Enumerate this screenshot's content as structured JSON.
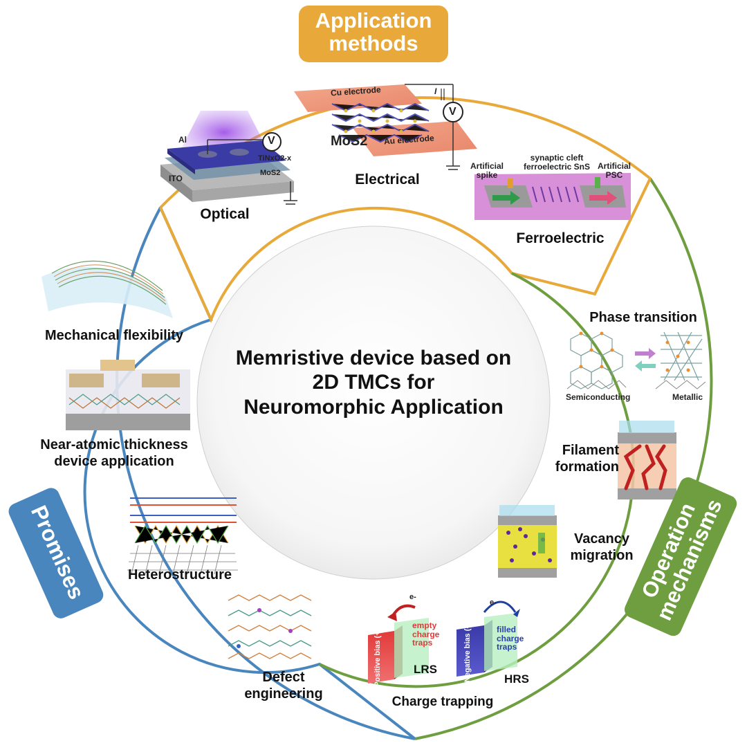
{
  "center_title": [
    "Memristive device based on",
    "2D TMCs for",
    "Neuromorphic Application"
  ],
  "sections": {
    "application": [
      "Application",
      "methods"
    ],
    "promises": "Promises",
    "operation": [
      "Operation",
      "mechanisms"
    ]
  },
  "application_methods": {
    "optical": "Optical",
    "electrical": "Electrical",
    "ferroelectric": "Ferroelectric",
    "optical_parts": {
      "al": "Al",
      "ito": "ITO",
      "tinox": "TiNxO2-x",
      "mos2": "MoS2",
      "v": "V"
    },
    "electrical_parts": {
      "cu": "Cu electrode",
      "au": "Au electrode",
      "mos2": "MoS2",
      "v": "V",
      "i": "I"
    },
    "ferro_parts": {
      "spike": [
        "Artificial",
        "spike"
      ],
      "cleft": [
        "synaptic cleft",
        "ferroelectric SnS"
      ],
      "psc": [
        "Artificial",
        "PSC"
      ]
    }
  },
  "promises": {
    "mechanical": "Mechanical flexibility",
    "thickness": [
      "Near-atomic thickness",
      "device application"
    ],
    "hetero": "Heterostructure",
    "defect": [
      "Defect",
      "engineering"
    ]
  },
  "mechanisms": {
    "phase": "Phase transition",
    "semi": "Semiconducting",
    "metallic": "Metallic",
    "filament": [
      "Filament",
      "formation"
    ],
    "vacancy": [
      "Vacancy",
      "migration"
    ],
    "charge": "Charge trapping",
    "lrs": "LRS",
    "hrs": "HRS",
    "empty": [
      "empty",
      "charge",
      "traps"
    ],
    "filled": [
      "filled",
      "charge",
      "traps"
    ],
    "pos_bias": "Positive bias (+)",
    "neg_bias": "Negative bias (-)",
    "electron": "e-"
  },
  "colors": {
    "application": "#E8A93A",
    "promises": "#4A86BE",
    "operation": "#6E9E3F"
  }
}
